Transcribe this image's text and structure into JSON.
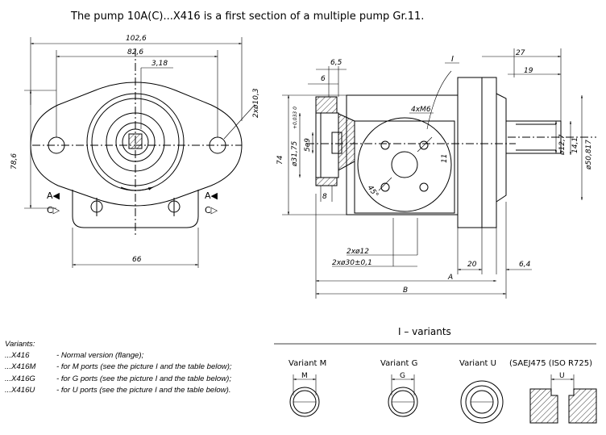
{
  "title": "The pump 10A(C)...X416 is a first section of a multiple pump Gr.11.",
  "front_view": {
    "dims": {
      "width_outer": "102,6",
      "bolt_spacing": "82,6",
      "offset": "3,18",
      "bolt_holes": "2xø10,3",
      "height": "78,6",
      "bottom_width": "66"
    },
    "rotation_a": "A◀",
    "rotation_c": "C▷"
  },
  "side_view": {
    "dims": {
      "flange_6_5": "6,5",
      "flange_6": "6",
      "shaft_dia": "ø31,75",
      "shaft_tol": "+0,033\n0",
      "key": "5e9",
      "height_74": "74",
      "recess_8": "8",
      "detail_label": "I",
      "thread": "4xM6",
      "dim_11": "11",
      "angle": "45°",
      "ports_dia": "2xø12",
      "ports_circle": "2xø30±0,1",
      "dim_20": "20",
      "dim_6_4": "6,4",
      "dim_a": "A",
      "dim_b": "B",
      "dim_27": "27",
      "dim_19": "19",
      "dim_12_7": "ø12,7",
      "dim_14_1": "14,1",
      "dim_50_8": "ø50,817"
    }
  },
  "variants_list": {
    "heading": "Variants:",
    "items": [
      {
        "code": "...X416",
        "desc": "- Normal version (flange);"
      },
      {
        "code": "...X416M",
        "desc": "- for M ports (see the picture  I and the table below);"
      },
      {
        "code": "...X416G",
        "desc": "- for G ports (see the picture I and the table below);"
      },
      {
        "code": "...X416U",
        "desc": "- for U ports (see the picture I and the table below)."
      }
    ]
  },
  "port_variants": {
    "heading": "I  –  variants",
    "m_label": "Variant M",
    "m_dim": "M",
    "g_label": "Variant G",
    "g_dim": "G",
    "u_label": "Variant U",
    "u_standard": "(SAEJ475 (ISO R725)",
    "u_dim": "U"
  }
}
